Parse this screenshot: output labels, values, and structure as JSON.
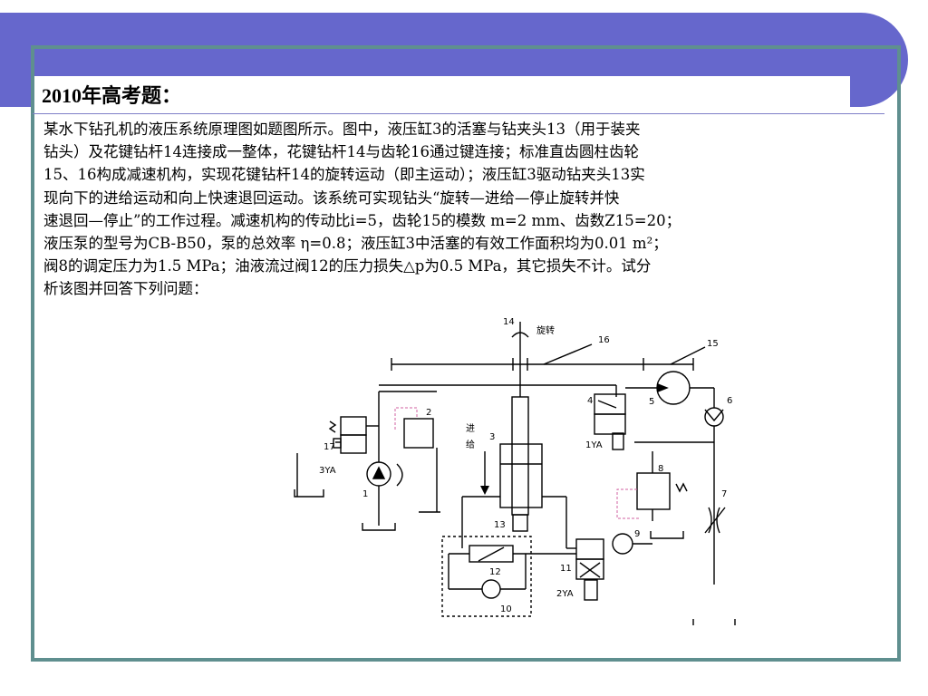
{
  "slide": {
    "title": "2010年高考题：",
    "body_lines": [
      "某水下钻孔机的液压系统原理图如题图所示。图中，液压缸3的活塞与钻夹头13（用于装夹",
      "钻头）及花键钻杆14连接成一整体，花键钻杆14与齿轮16通过键连接；标准直齿圆柱齿轮",
      "15、16构成减速机构，实现花键钻杆14的旋转运动（即主运动）；液压缸3驱动钻夹头13实",
      "现向下的进给运动和向上快速退回运动。该系统可实现钻头“旋转—进给—停止旋转并快",
      "速退回—停止”的工作过程。减速机构的传动比i=5，齿轮15的模数 m=2 mm、齿数Z15=20；",
      "液压泵的型号为CB-B50，泵的总效率 η=0.8；液压缸3中活塞的有效工作面积均为0.01 m²；",
      "阀8的调定压力为1.5 MPa；油液流过阀12的压力损失△p为0.5 MPa，其它损失不计。试分",
      "析该图并回答下列问题："
    ]
  },
  "diagram": {
    "rotation_label": "旋转",
    "feed_label_1": "进",
    "feed_label_2": "给",
    "labels": {
      "n1": "1",
      "n2": "2",
      "n3": "3",
      "n4": "4",
      "n5": "5",
      "n6": "6",
      "n7": "7",
      "n8": "8",
      "n9": "9",
      "n10": "10",
      "n11": "11",
      "n12": "12",
      "n13": "13",
      "n14": "14",
      "n15": "15",
      "n16": "16",
      "n17": "17",
      "ya1": "1YA",
      "ya2": "2YA",
      "ya3": "3YA"
    }
  },
  "colors": {
    "banner": "#6667cc",
    "frame": "#5f8f8f",
    "dashed_pilot": "#d060a0"
  }
}
